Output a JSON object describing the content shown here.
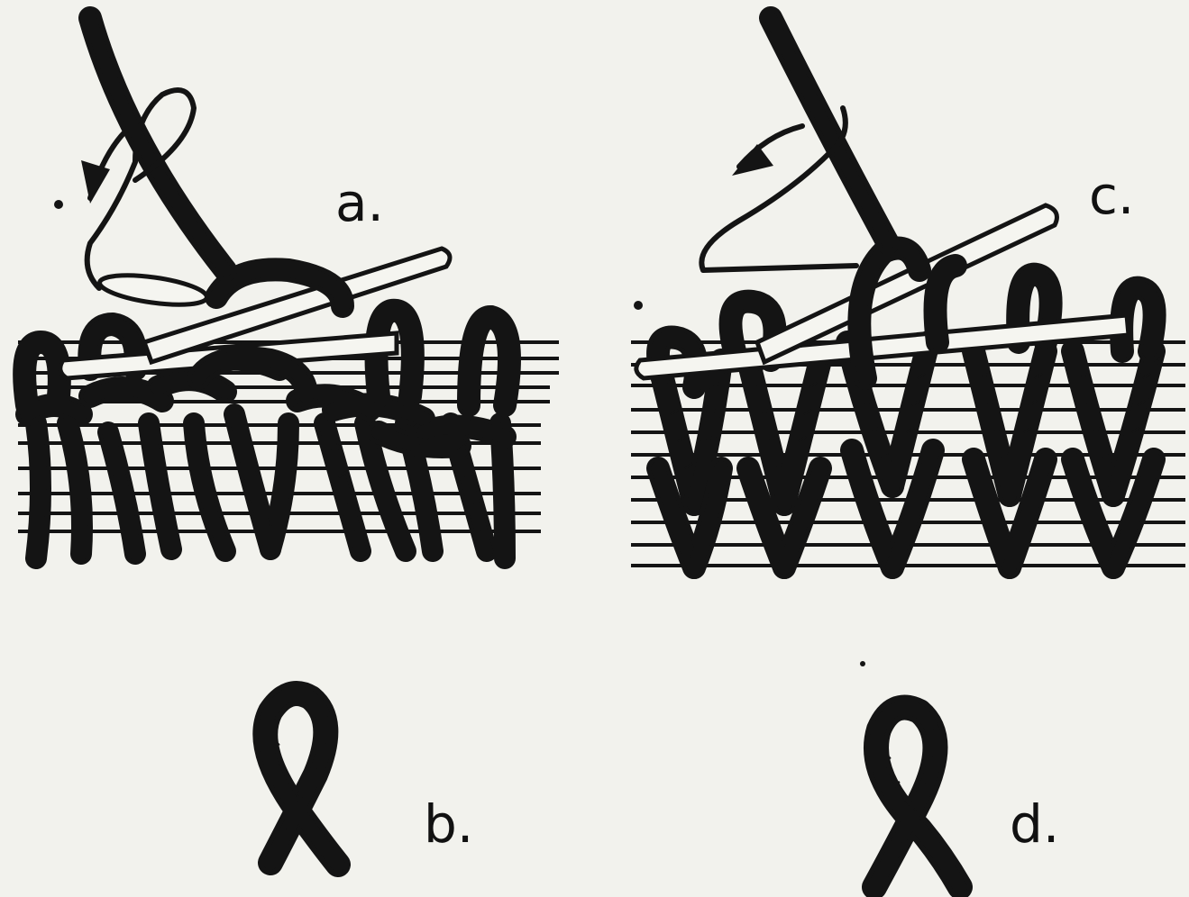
{
  "figure": {
    "labels": {
      "a": "a.",
      "b": "b.",
      "c": "c.",
      "d": "d."
    }
  },
  "colors": {
    "background": "#f2f2ed",
    "ink": "#141414",
    "needle_fill": "#f5f5f0"
  }
}
